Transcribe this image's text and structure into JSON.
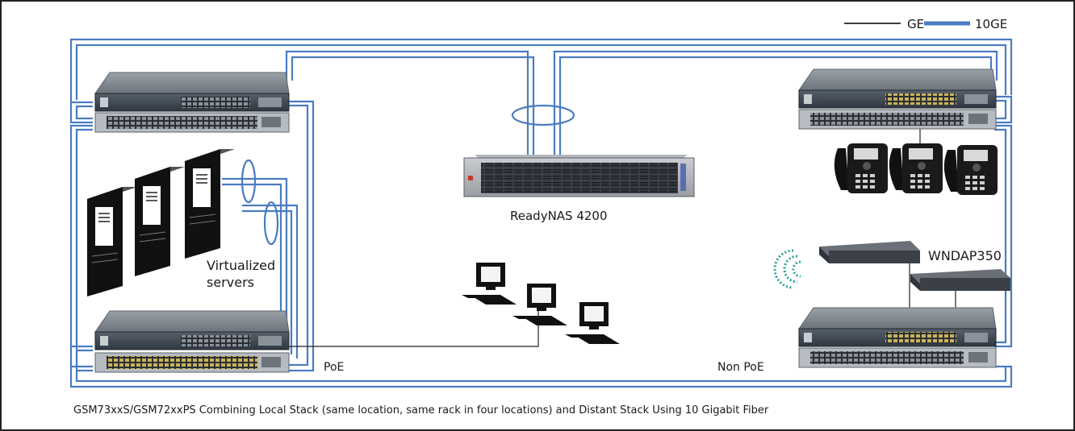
{
  "legend": {
    "ge_label": "GE",
    "tenge_label": "10GE",
    "ge_color": "#222222",
    "tenge_color": "#4a7cc0"
  },
  "labels": {
    "nas": "ReadyNAS 4200",
    "virtualized": "Virtualized servers",
    "access_point": "WNDAP350",
    "poe": "PoE",
    "non_poe": "Non PoE",
    "caption": "GSM73xxS/GSM72xxPS Combining Local Stack (same location, same rack in four locations) and Distant Stack Using 10 Gigabit Fiber"
  },
  "colors": {
    "link_10ge": "#4a7cc0",
    "link_ge": "#222222",
    "switch_top": "#7f868e",
    "switch_front": "#3d4651",
    "poe_ports": "#c9b25a",
    "frame": "#222222",
    "wifi": "#2aa198"
  }
}
